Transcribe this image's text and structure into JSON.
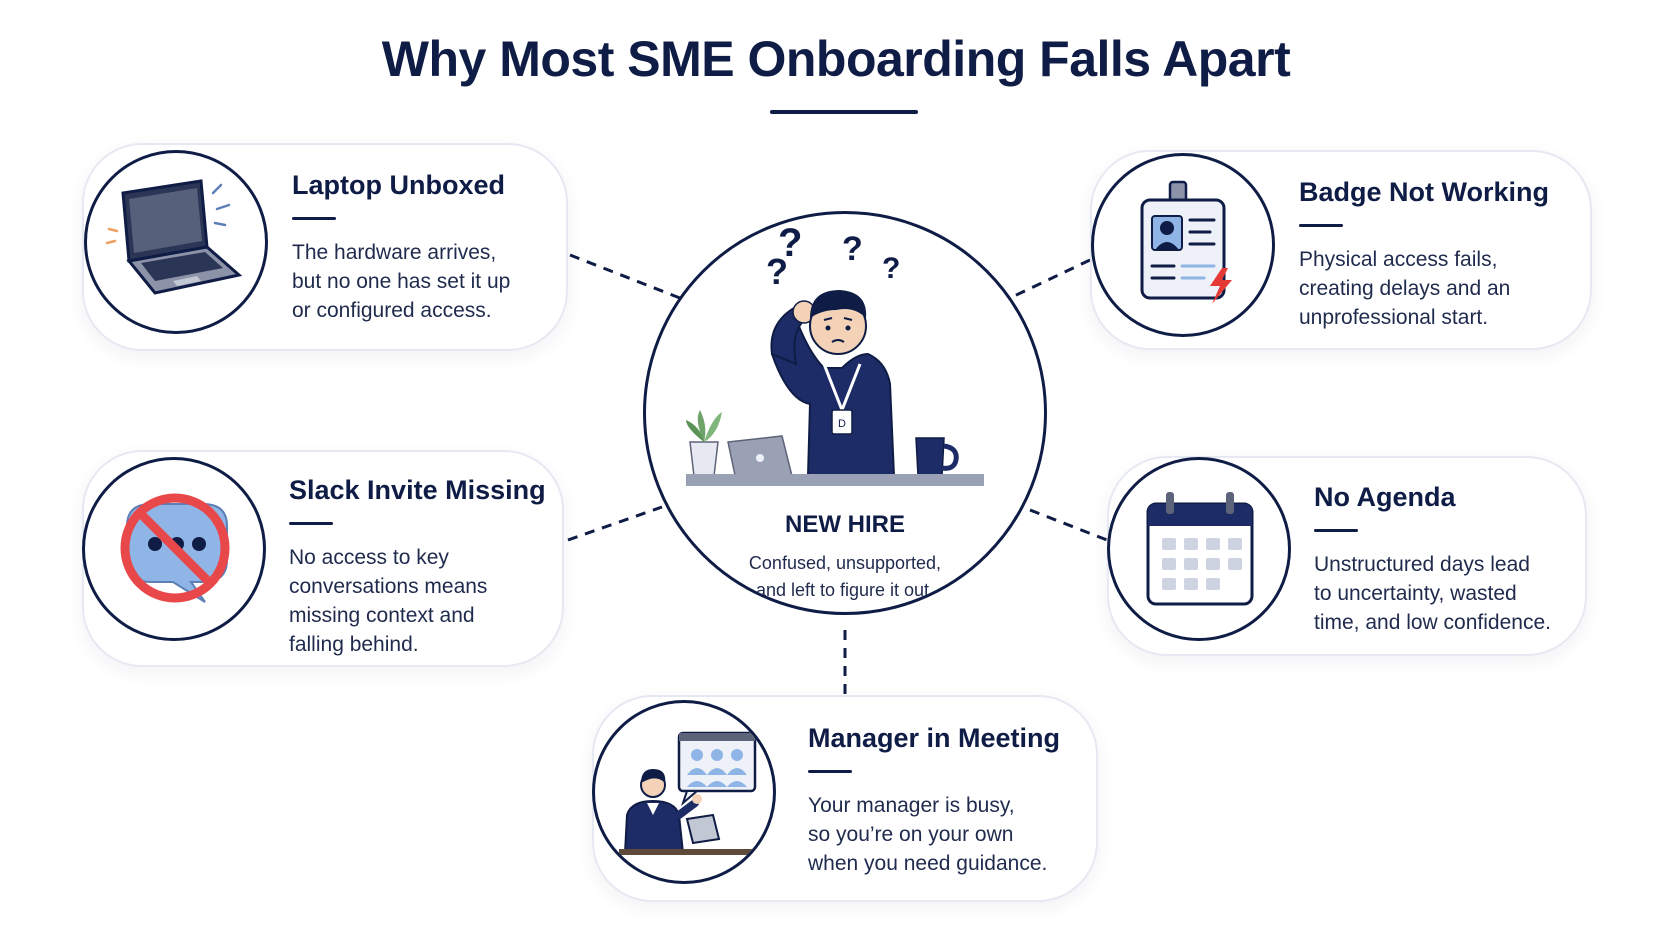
{
  "title": "Why Most SME Onboarding Falls Apart",
  "hub": {
    "title": "NEW HIRE",
    "description": "Confused, unsupported,\nand left to figure it out."
  },
  "cards": {
    "laptop": {
      "title": "Laptop Unboxed",
      "description": "The hardware arrives,\nbut no one has set it up\nor configured access."
    },
    "badge": {
      "title": "Badge Not Working",
      "description": "Physical access fails,\ncreating delays and an\nunprofessional start."
    },
    "slack": {
      "title": "Slack Invite Missing",
      "description": "No access to key\nconversations means\nmissing context and\nfalling behind."
    },
    "agenda": {
      "title": "No Agenda",
      "description": "Unstructured days lead\nto uncertainty, wasted\ntime, and low confidence."
    },
    "manager": {
      "title": "Manager in Meeting",
      "description": "Your manager is busy,\nso you’re on your own\nwhen you need guidance."
    }
  },
  "badge_letter": "D",
  "icons": {
    "laptop": "laptop-icon",
    "badge": "id-badge-icon",
    "slack": "no-chat-icon",
    "agenda": "calendar-icon",
    "manager": "video-meeting-icon",
    "hub": "confused-person-icon"
  },
  "colors": {
    "navy": "#0f1c45",
    "card_border": "#e6e9f2",
    "prohibit_red": "#e8484a",
    "chat_blue": "#8fb4e6",
    "alert_red": "#e53935"
  }
}
